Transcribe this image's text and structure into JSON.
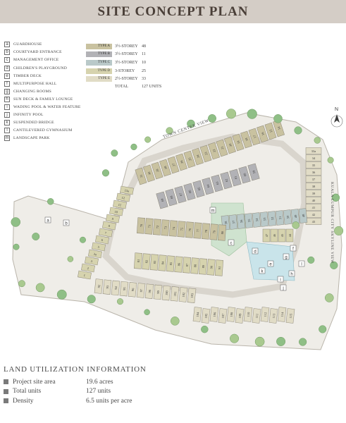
{
  "header": {
    "title": "SITE CONCEPT PLAN"
  },
  "legend": [
    {
      "key": "a",
      "label": "GUARDHOUSE"
    },
    {
      "key": "b",
      "label": "COURTYARD ENTRANCE"
    },
    {
      "key": "c",
      "label": "MANAGEMENT OFFICE"
    },
    {
      "key": "d",
      "label": "CHILDREN'S PLAYGROUND"
    },
    {
      "key": "e",
      "label": "TIMBER DECK"
    },
    {
      "key": "f",
      "label": "MULTIPURPOSE HALL"
    },
    {
      "key": "g",
      "label": "CHANGING ROOMS"
    },
    {
      "key": "h",
      "label": "SUN DECK & FAMILY LOUNGE"
    },
    {
      "key": "i",
      "label": "WADING POOL & WATER FEATURE"
    },
    {
      "key": "j",
      "label": "INFINITY POOL"
    },
    {
      "key": "k",
      "label": "SUSPENDED BRIDGE"
    },
    {
      "key": "l",
      "label": "CANTILEVERED GYMNASIUM"
    },
    {
      "key": "m",
      "label": "LANDSCAPE PARK"
    }
  ],
  "unit_types": [
    {
      "type": "TYPE A",
      "storey": "3½-STOREY",
      "count": "48",
      "color": "#c9c2a0"
    },
    {
      "type": "TYPE B",
      "storey": "3½-STOREY",
      "count": "11",
      "color": "#b2b2b6"
    },
    {
      "type": "TYPE C",
      "storey": "3½-STOREY",
      "count": "10",
      "color": "#b9c9c9"
    },
    {
      "type": "TYPE D",
      "storey": "3-STOREY",
      "count": "25",
      "color": "#d6d3ae"
    },
    {
      "type": "TYPE E",
      "storey": "2½-STOREY",
      "count": "33",
      "color": "#e1dcc6"
    }
  ],
  "units_total": {
    "label": "TOTAL",
    "value": "127 UNITS"
  },
  "map": {
    "roads": {
      "top": "TOWN CENTER VIEW",
      "right": "KUALA LUMPUR CITY SKYLINE VIEW"
    },
    "north_label": "N",
    "facility_markers": [
      "a",
      "b",
      "c",
      "d",
      "e",
      "f",
      "g",
      "h",
      "i",
      "j",
      "k",
      "l",
      "m"
    ],
    "blocks": [
      {
        "name": "a-top",
        "units": [
          "31",
          "30",
          "29",
          "28",
          "27",
          "26",
          "25",
          "24",
          "23",
          "22",
          "21",
          "20",
          "19",
          "18",
          "17",
          "16",
          "15",
          "14"
        ]
      },
      {
        "name": "e-right-col",
        "units": [
          "33a",
          "34",
          "35",
          "36",
          "37",
          "38",
          "39",
          "40",
          "41",
          "42",
          "43"
        ]
      },
      {
        "name": "b-row",
        "units": [
          "69",
          "68",
          "67",
          "66",
          "65",
          "64",
          "63",
          "62",
          "61",
          "60",
          "59"
        ]
      },
      {
        "name": "c-row",
        "units": [
          "58",
          "57",
          "56",
          "55",
          "54",
          "53",
          "52",
          "51",
          "50",
          "49",
          "48"
        ]
      },
      {
        "name": "d-row",
        "units": [
          "47",
          "46",
          "45",
          "44"
        ]
      },
      {
        "name": "left-col",
        "units": [
          "13a",
          "12",
          "11",
          "10",
          "9",
          "8",
          "7",
          "6",
          "5",
          "3a",
          "3",
          "2",
          "1"
        ]
      },
      {
        "name": "center-row-1",
        "units": [
          "70",
          "71",
          "72",
          "73",
          "74",
          "75",
          "76",
          "77",
          "78",
          "79",
          "80"
        ]
      },
      {
        "name": "center-row-2",
        "units": [
          "81",
          "82",
          "83",
          "84",
          "85",
          "86",
          "87",
          "88",
          "89",
          "90",
          "91"
        ]
      },
      {
        "name": "lower-row",
        "units": [
          "92",
          "93",
          "94",
          "95",
          "96",
          "97",
          "98",
          "99",
          "100",
          "101",
          "102",
          "103",
          "104",
          "105",
          "106",
          "107",
          "108",
          "109",
          "110",
          "111",
          "112",
          "113",
          "114",
          "115"
        ]
      }
    ]
  },
  "land_info": {
    "title": "LAND UTILIZATION INFORMATION",
    "rows": [
      {
        "label": "Project site area",
        "value": "19.6 acres"
      },
      {
        "label": "Total units",
        "value": "127 units"
      },
      {
        "label": "Density",
        "value": "6.5 units per acre"
      }
    ]
  }
}
